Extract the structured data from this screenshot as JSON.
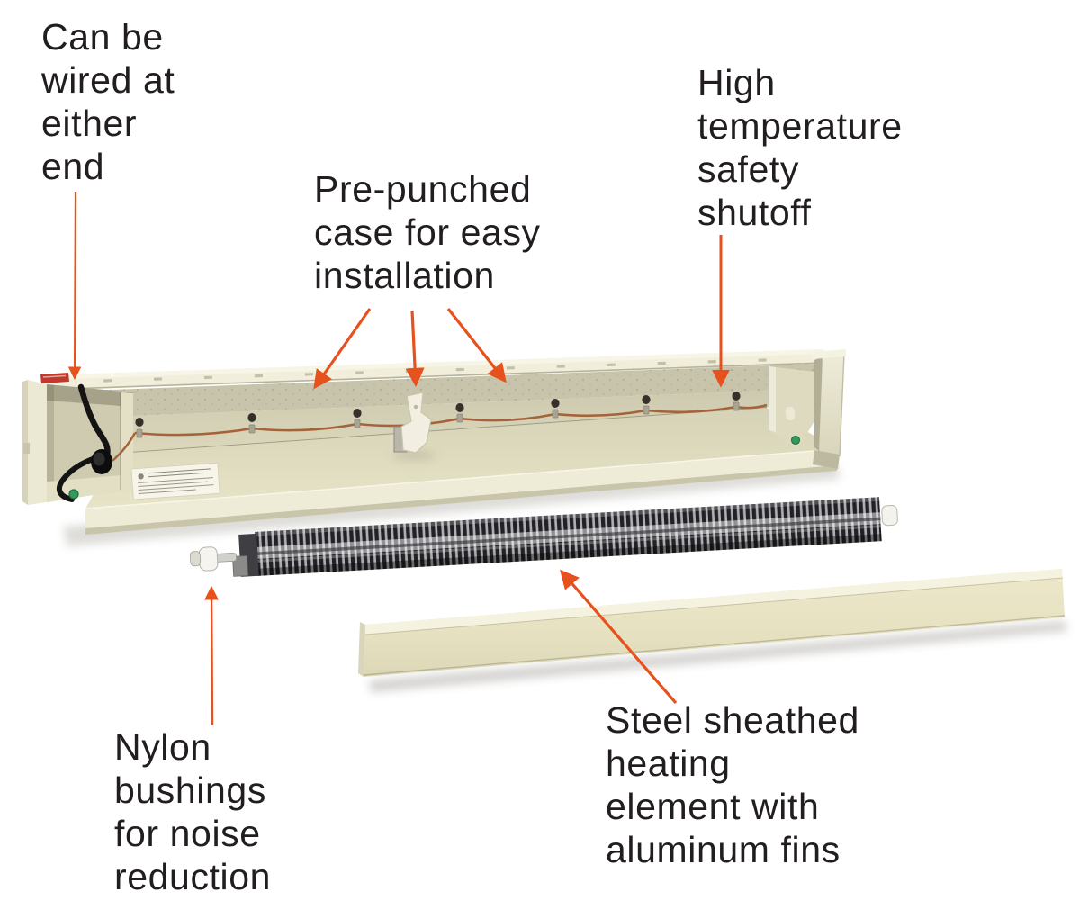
{
  "diagram": {
    "title": "Electric baseboard heater exploded feature diagram",
    "background_color": "#ffffff",
    "annotation_arrow_color": "#e7511e",
    "text_color": "#221e1f",
    "labels": {
      "wired_end": "Can be\nwired at\neither\nend",
      "prepunched_case": "Pre-punched\ncase for easy\ninstallation",
      "high_temp_shutoff": "High\ntemperature\nsafety\nshutoff",
      "nylon_bushings": "Nylon\nbushings\nfor noise\nreduction",
      "steel_element": "Steel sheathed\nheating\nelement with\naluminum fins"
    },
    "colors": {
      "case_body": "#e9e5c9",
      "case_interior_shadow": "#cfcbb0",
      "element_fins": "#222226",
      "element_sheath": "#d8d8da",
      "copper_wire": "#a5633a",
      "warning_label_red": "#c0392b",
      "ground_screw_green": "#35985c",
      "nylon_bushing_white": "#f5f4ef"
    }
  }
}
